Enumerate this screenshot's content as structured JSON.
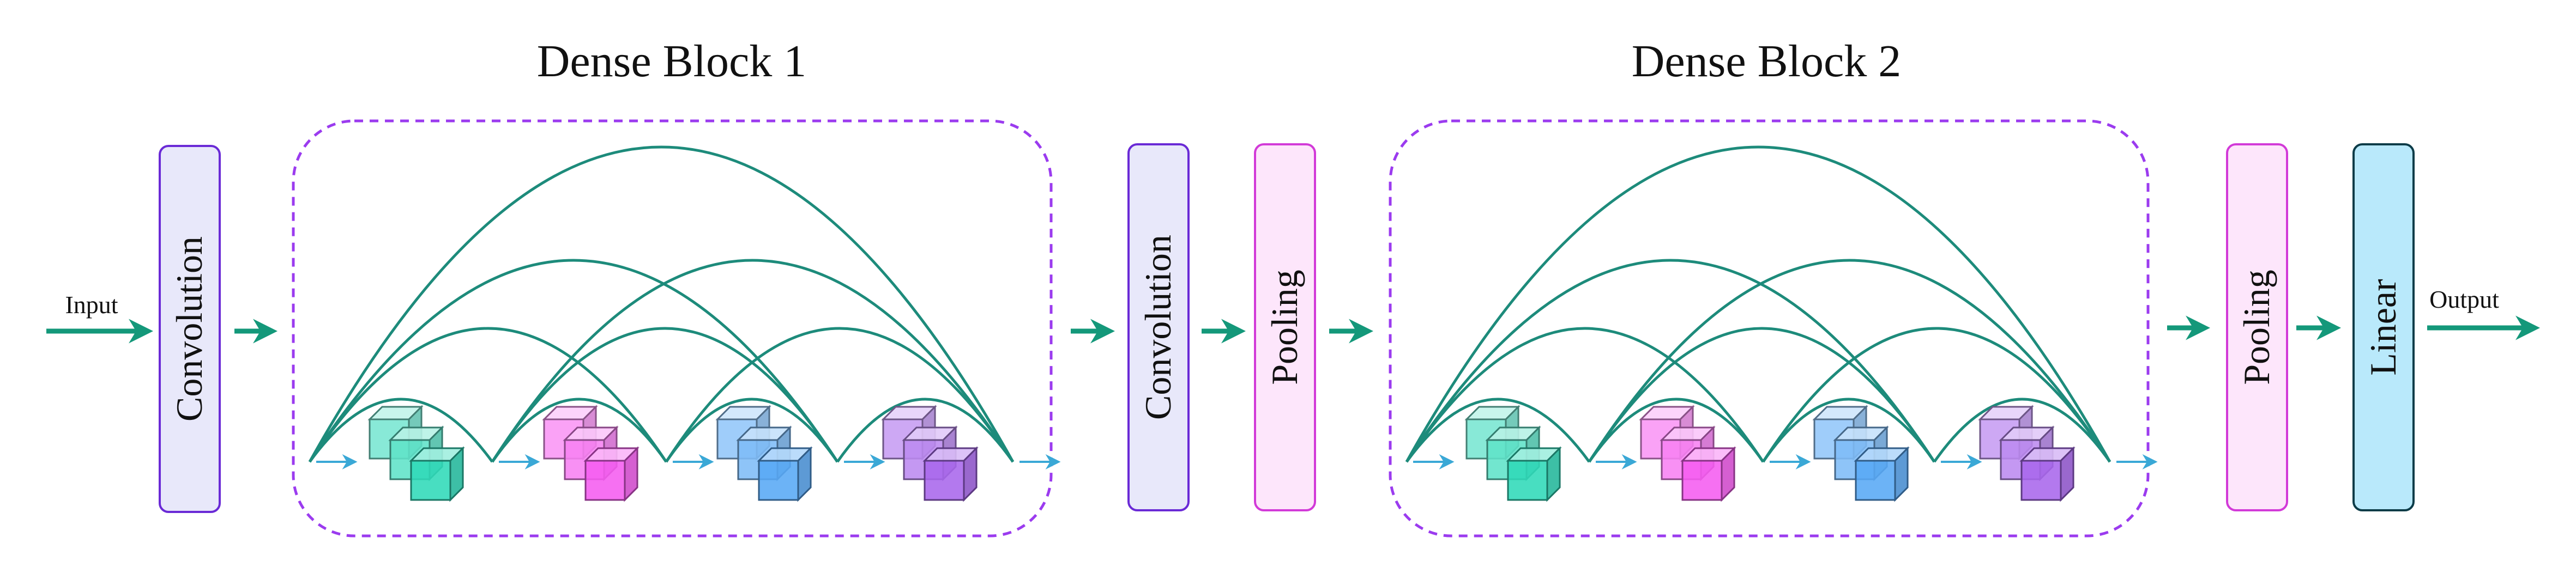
{
  "diagram": {
    "input_label": "Input",
    "output_label": "Output",
    "dense_blocks": [
      {
        "title": "Dense Block 1",
        "cube_colors": [
          "#2fd9b8",
          "#f55cf0",
          "#58a8f5",
          "#a867ec"
        ]
      },
      {
        "title": "Dense Block 2",
        "cube_colors": [
          "#2fd9b8",
          "#f55cf0",
          "#58a8f5",
          "#a867ec"
        ]
      }
    ],
    "layers": [
      {
        "id": "conv1",
        "label": "Convolution",
        "fill": "#e8e8fa",
        "stroke": "#6a2ad6"
      },
      {
        "id": "conv2",
        "label": "Convolution",
        "fill": "#e8e8fa",
        "stroke": "#6a2ad6"
      },
      {
        "id": "pool1",
        "label": "Pooling",
        "fill": "#fde6fb",
        "stroke": "#d23ad8"
      },
      {
        "id": "pool2",
        "label": "Pooling",
        "fill": "#fde6fb",
        "stroke": "#d23ad8"
      },
      {
        "id": "linear",
        "label": "Linear",
        "fill": "#b9e9fb",
        "stroke": "#0c3c48"
      }
    ],
    "colors": {
      "arrow": "#14987a",
      "arc": "#1d8b7b",
      "small_arrow": "#3aa8d6",
      "block_border": "#9b3bef"
    }
  }
}
